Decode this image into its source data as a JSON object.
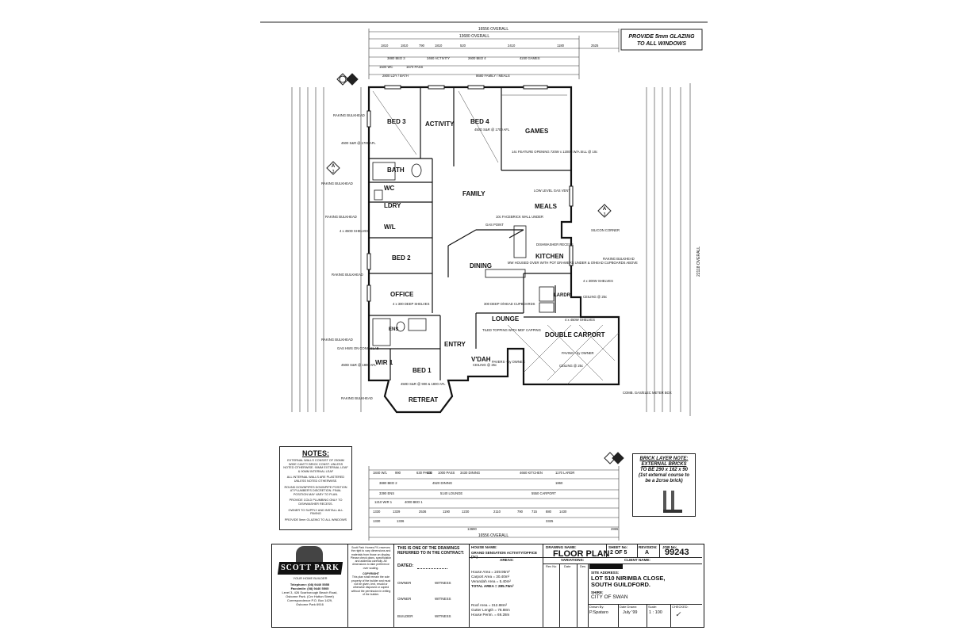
{
  "glazing_note": [
    "PROVIDE 5mm GLAZING",
    "TO ALL WINDOWS"
  ],
  "overall_top": "16556 OVERALL",
  "overall_top2": "13680 OVERALL",
  "overall_bottom": "16556 OVERALL",
  "overall_bottom2": "13690",
  "overall_side": "22118 OVERALL",
  "top_dims": {
    "row1": [
      "1810",
      "1810",
      "790",
      "1810",
      "520",
      "2410",
      "1180",
      "2525"
    ],
    "row2": [
      "3880 BED 3",
      "3460 ACTIVITY",
      "2600 BED 4",
      "4240 GAMES"
    ],
    "row3": [
      "1500 WC",
      "1670 PASS"
    ],
    "row4": [
      "2800 LDY / BATH",
      "8680 FAMILY / MEALS"
    ]
  },
  "rooms": {
    "bed3": "BED 3",
    "activity": "ACTIVITY",
    "bed4": "BED 4",
    "games": "GAMES",
    "bath": "BATH",
    "wc": "WC",
    "ldry": "LDRY",
    "wil": "W/L",
    "family": "FAMILY",
    "meals": "MEALS",
    "bed2": "BED 2",
    "dining": "DINING",
    "kitchen": "KITCHEN",
    "office": "OFFICE",
    "lounge": "LOUNGE",
    "larder": "LARDR",
    "double_carport": "DOUBLE CARPORT",
    "ens": "ENS",
    "entry": "ENTRY",
    "vdah": "V'DAH",
    "wir1": "WIR 1",
    "bed1": "BED 1",
    "retreat": "RETREAT"
  },
  "annotations": [
    "RAKING BULKHEAD",
    "4500 S&R @ 1700 AFL",
    "450D S&R @ 1700 AFL",
    "RAKING BULKHEAD",
    "RAKING BULKHEAD",
    "4 x 450D SHELVES",
    "RAKING BULKHEAD",
    "RAKING BULKHEAD",
    "GAS HWS ON CONC SLAB",
    "450D S&R @ 1800 AFL",
    "RAKING BULKHEAD",
    "14c FEATURE OPENING 720W x 1200H W/A SILL @ 10c",
    "LOW LEVEL GAS VENT",
    "10c FACEBRICK WALL UNDER",
    "GAS POINT",
    "DISHWASHER RECESS",
    "MW HOUSED OVER WITH POT DRAWERS UNDER & O/HEAD CUPBOARDS ABOVE",
    "SILICON CORNER",
    "RAKING BULKHEAD",
    "4 x 300W SHELVES",
    "CEILING @ 25c",
    "300 DEEP O/HEAD CUPBOARDS",
    "4 x 450W SHELVES",
    "PAVING - by OWNER",
    "CEILING @ 25c",
    "COMB. GAS/ELEC METER BOX",
    "4 x 300 DEEP SHELVES",
    "TILED TOPPING WITH MDF CAPPING",
    "PAVERS - by OWNER",
    "CEILING @ 25c",
    "450D S&R @ 900 & 1800 AFL"
  ],
  "bottom_dims": {
    "row1": [
      "1840 W/L",
      "990",
      "630 PASS",
      "630",
      "1000 PASS",
      "3430 DINING",
      "4660 KITCHEN",
      "1170 LARDR"
    ],
    "row2": [
      "3880 BED 2",
      "4520 DINING",
      "1860"
    ],
    "row3": [
      "3390 ENS",
      "5140 LOUNGE",
      "5550 CARPORT"
    ],
    "row4": [
      "1210 WIR 1",
      "4000 BED 1"
    ],
    "row5": [
      "1330",
      "1329",
      "2536",
      "1190",
      "1230",
      "2110",
      "790",
      "715",
      "880",
      "1430"
    ],
    "row6": [
      "1330",
      "1336",
      "3325"
    ],
    "row7": [
      "2865"
    ]
  },
  "notes_title": "NOTES:",
  "notes": [
    "EXTERNAL WALLS CONSIST OF 230MM WIDE CAVITY BRICK CONST. UNLESS NOTED OTHERWISE. 90MM EXTERNAL LEAF & 90MM INTERNAL LEAF",
    "ALL INTERNAL WALLS ARE PLASTERED UNLESS NOTED OTHERWISE.",
    "ROUND DOWNPIPES DOWNPIPE POSITION AT PLUMBER'S DISCRETION. FINAL POSITION MAY VARY TO PLAN.",
    "PROVIDE COLD PLUMBING ONLY TO DISHWASHER RECESS.",
    "OWNER TO SUPPLY AND INSTALL ALL PAVING",
    "PROVIDE 5mm GLAZING TO ALL WINDOWS"
  ],
  "brick_note": [
    "BRICK LAYER NOTE:",
    "EXTERNAL BRICKS",
    "TO BE 290 x 162 x 90",
    "(1st external course to",
    "be a 2crse brick)"
  ],
  "section_marks": {
    "a3": "A",
    "a3_num": "3"
  },
  "title_block": {
    "logo": "SCOTT PARK",
    "tagline": "YOUR HOME BUILDER",
    "contact": [
      "Telephone: (08) 9440 5555",
      "Facsimile: (08) 9440 5505",
      "Level 3, 426 Scarborough Beach Road,",
      "Osborne Park. (Cnr Hutton Street)",
      "Correspondence P.O. Box 1429,",
      "Osborne Park 6916"
    ],
    "rights": "Scott Park Homes P/L reserves the right to vary dimensions and materials from those on display. Please check plans, specification and addenda carefully. All dimensions to take preference over scaling.",
    "copyright_title": "COPYRIGHT",
    "copyright": "This plan shall remain the sole property of the builder and must not be given, lent, resold or otherwise disposed or copied without the permission in writing of the builder.",
    "contract_note": "THIS IS ONE OF THE DRAWINGS REFERRED TO IN THE CONTRACT:",
    "dated": "DATED:",
    "owner": "OWNER",
    "witness": "WITNESS",
    "builder": "BUILDER",
    "house_name_label": "HOUSE NAME:",
    "house_name": "GRAND SENSATION ACTIVITY/OFFICE (2c)",
    "areas_label": "AREAS:",
    "areas": [
      "House Area = 249.95m²",
      "Carport Area = 30.40m²",
      "Verandah Area = 5.40m²",
      "TOTAL AREA = 285.75m²"
    ],
    "roof": [
      "Roof Area = 312.88m²",
      "Gutter Length = 78.88m",
      "House Perim. = 69.28m"
    ],
    "drawing_name_label": "DRAWING NAME:",
    "drawing_name": "FLOOR PLAN",
    "sheet_label": "SHEET No:",
    "sheet": "2 OF 5",
    "revision_label": "REVISION:",
    "revision": "A",
    "job_label": "JOB No:",
    "job": "99243",
    "variations_label": "VARIATIONS:",
    "rev_no": "Rev No",
    "date": "Date",
    "desc": "Des",
    "client_label": "CLIENT NAME:",
    "site_label": "SITE ADDRESS:",
    "site": [
      "LOT 510 NIRIMBA CLOSE,",
      "SOUTH GUILDFORD."
    ],
    "shire_label": "SHIRE:",
    "shire": "CITY OF SWAN",
    "drawn_label": "Drawn By:",
    "drawn": "P.Spataro",
    "date_drawn_label": "Date Drawn:",
    "date_drawn": "July '99",
    "scale_label": "Scale:",
    "scale": "1 : 100",
    "checked_label": "CHECKED:"
  }
}
